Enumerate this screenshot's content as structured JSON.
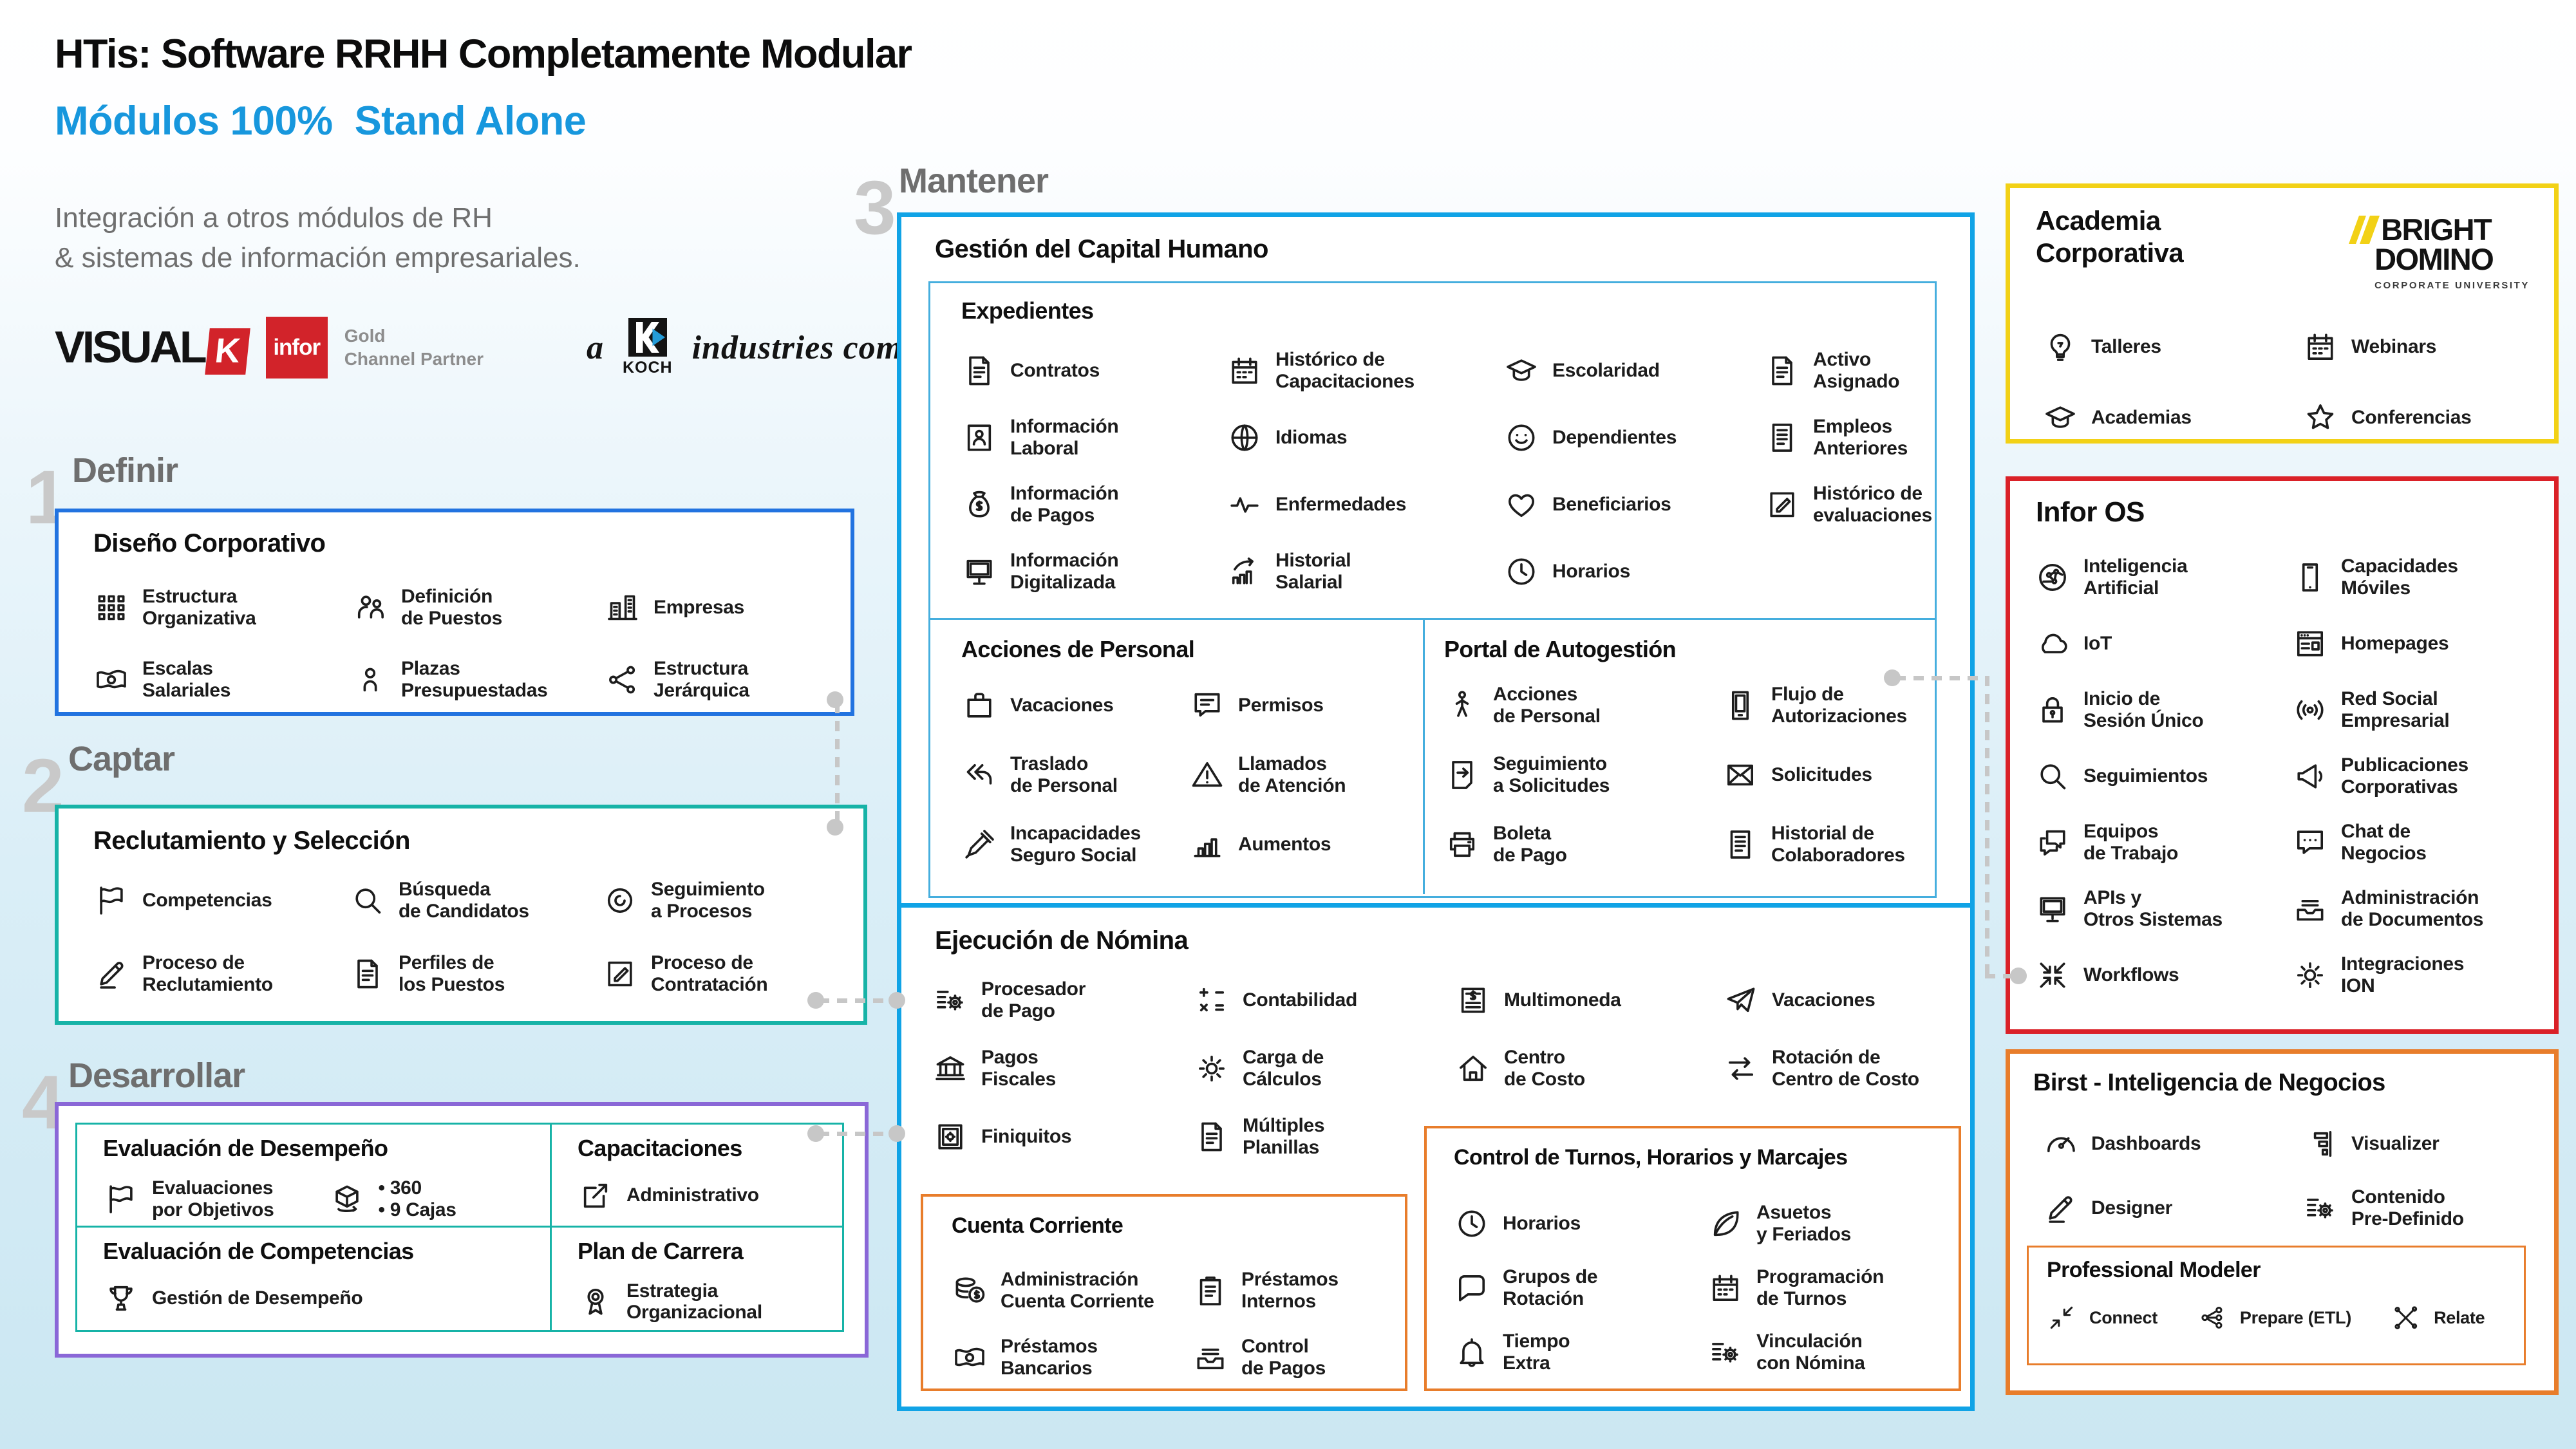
{
  "header": {
    "title": "HTis: Software RRHH Completamente Modular",
    "subtitle": "Módulos 100%  Stand Alone",
    "tagline": "Integración a otros módulos de RH\n& sistemas de información empresariales.",
    "logos": {
      "visualk_text": "VISUAL",
      "visualk_k": "K",
      "infor": "infor",
      "partner": "Gold\nChannel Partner",
      "koch_prefix": "a",
      "koch_name": "KOCH",
      "koch_suffix": "industries company."
    }
  },
  "stages": {
    "definir": {
      "number": "1",
      "label": "Definir",
      "panel": {
        "title": "Diseño Corporativo",
        "items": [
          {
            "label": "Estructura\nOrganizativa",
            "icon": "org-grid"
          },
          {
            "label": "Definición\nde Puestos",
            "icon": "people"
          },
          {
            "label": "Empresas",
            "icon": "buildings"
          },
          {
            "label": "Escalas\nSalariales",
            "icon": "banknote"
          },
          {
            "label": "Plazas\nPresupuestadas",
            "icon": "person"
          },
          {
            "label": "Estructura\nJerárquica",
            "icon": "hierarchy"
          }
        ]
      }
    },
    "captar": {
      "number": "2",
      "label": "Captar",
      "panel": {
        "title": "Reclutamiento y Selección",
        "items": [
          {
            "label": "Competencias",
            "icon": "flag"
          },
          {
            "label": "Búsqueda\nde Candidatos",
            "icon": "search"
          },
          {
            "label": "Seguimiento\na Procesos",
            "icon": "target"
          },
          {
            "label": "Proceso de\nReclutamiento",
            "icon": "pencil"
          },
          {
            "label": "Perfiles de\nlos Puestos",
            "icon": "document"
          },
          {
            "label": "Proceso de\nContratación",
            "icon": "document-edit"
          }
        ]
      }
    },
    "mantener": {
      "number": "3",
      "label": "Mantener",
      "gch_title": "Gestión del Capital Humano",
      "expedientes": {
        "title": "Expedientes",
        "items": [
          {
            "label": "Contratos",
            "icon": "document"
          },
          {
            "label": "Histórico de\nCapacitaciones",
            "icon": "calendar"
          },
          {
            "label": "Escolaridad",
            "icon": "graduation-cap"
          },
          {
            "label": "Activo\nAsignado",
            "icon": "document"
          },
          {
            "label": "Información\nLaboral",
            "icon": "id-card"
          },
          {
            "label": "Idiomas",
            "icon": "globe"
          },
          {
            "label": "Dependientes",
            "icon": "smiley"
          },
          {
            "label": "Empleos\nAnteriores",
            "icon": "list-document"
          },
          {
            "label": "Información\nde Pagos",
            "icon": "money-bag"
          },
          {
            "label": "Enfermedades",
            "icon": "pulse"
          },
          {
            "label": "Beneficiarios",
            "icon": "heart"
          },
          {
            "label": "Histórico de\nevaluaciones",
            "icon": "document-edit"
          },
          {
            "label": "Información\nDigitalizada",
            "icon": "monitor"
          },
          {
            "label": "Historial\nSalarial",
            "icon": "chart-growth"
          },
          {
            "label": "Horarios",
            "icon": "clock"
          }
        ]
      },
      "acciones": {
        "title": "Acciones de Personal",
        "items": [
          {
            "label": "Vacaciones",
            "icon": "briefcase"
          },
          {
            "label": "Permisos",
            "icon": "speech-bubble"
          },
          {
            "label": "Traslado\nde Personal",
            "icon": "transfer-arrows"
          },
          {
            "label": "Llamados\nde Atención",
            "icon": "warning"
          },
          {
            "label": "Incapacidades\nSeguro Social",
            "icon": "dropper"
          },
          {
            "label": "Aumentos",
            "icon": "bar-chart"
          }
        ]
      },
      "portal": {
        "title": "Portal de Autogestión",
        "items": [
          {
            "label": "Acciones\nde Personal",
            "icon": "person-figure"
          },
          {
            "label": "Flujo de\nAutorizaciones",
            "icon": "tablet"
          },
          {
            "label": "Seguimiento\na Solicitudes",
            "icon": "document-arrow"
          },
          {
            "label": "Solicitudes",
            "icon": "envelope"
          },
          {
            "label": "Boleta\nde Pago",
            "icon": "printer"
          },
          {
            "label": "Historial de\nColaboradores",
            "icon": "list-document"
          }
        ]
      },
      "nomina": {
        "title": "Ejecución de Nómina",
        "items": [
          {
            "label": "Procesador\nde Pago",
            "icon": "process-gear"
          },
          {
            "label": "Contabilidad",
            "icon": "math-symbols"
          },
          {
            "label": "Multimoneda",
            "icon": "currency-document"
          },
          {
            "label": "Vacaciones",
            "icon": "plane"
          },
          {
            "label": "Pagos\nFiscales",
            "icon": "bank"
          },
          {
            "label": "Carga de\nCálculos",
            "icon": "gear"
          },
          {
            "label": "Centro\nde Costo",
            "icon": "home"
          },
          {
            "label": "Rotación de\nCentro de Costo",
            "icon": "swap-arrows"
          },
          {
            "label": "Finiquitos",
            "icon": "safe"
          },
          {
            "label": "Múltiples\nPlanillas",
            "icon": "document"
          }
        ]
      },
      "cuenta": {
        "title": "Cuenta Corriente",
        "items": [
          {
            "label": "Administración\nCuenta Corriente",
            "icon": "coins"
          },
          {
            "label": "Préstamos\nInternos",
            "icon": "clipboard"
          },
          {
            "label": "Préstamos\nBancarios",
            "icon": "banknote"
          },
          {
            "label": "Control\nde Pagos",
            "icon": "inbox"
          }
        ]
      },
      "turnos": {
        "title": "Control de Turnos, Horarios y Marcajes",
        "items": [
          {
            "label": "Horarios",
            "icon": "clock"
          },
          {
            "label": "Asuetos\ny Feriados",
            "icon": "leaf"
          },
          {
            "label": "Grupos de\nRotación",
            "icon": "chat-bubble"
          },
          {
            "label": "Programación\nde Turnos",
            "icon": "calendar"
          },
          {
            "label": "Tiempo\nExtra",
            "icon": "bell"
          },
          {
            "label": "Vinculación\ncon Nómina",
            "icon": "process-gear"
          }
        ]
      }
    },
    "desarrollar": {
      "number": "4",
      "label": "Desarrollar",
      "cells": {
        "desempeno": {
          "title": "Evaluación de Desempeño",
          "items": [
            {
              "label": "Evaluaciones\npor Objetivos",
              "icon": "flag"
            },
            {
              "label": "• 360\n• 9 Cajas",
              "icon": "box-360"
            }
          ]
        },
        "capacitaciones": {
          "title": "Capacitaciones",
          "items": [
            {
              "label": "Administrativo",
              "icon": "share-arrow"
            }
          ]
        },
        "competencias": {
          "title": "Evaluación de Competencias",
          "items": [
            {
              "label": "Gestión de Desempeño",
              "icon": "trophy"
            }
          ]
        },
        "carrera": {
          "title": "Plan de Carrera",
          "items": [
            {
              "label": "Estrategia\nOrganizacional",
              "icon": "award"
            }
          ]
        }
      }
    }
  },
  "right": {
    "academia": {
      "title": "Academia\nCorporativa",
      "logo": {
        "line1": "BRIGHT",
        "line2": "DOMINO",
        "tagline": "CORPORATE UNIVERSITY"
      },
      "items": [
        {
          "label": "Talleres",
          "icon": "lightbulb"
        },
        {
          "label": "Webinars",
          "icon": "calendar"
        },
        {
          "label": "Academias",
          "icon": "graduation-cap"
        },
        {
          "label": "Conferencias",
          "icon": "star"
        }
      ]
    },
    "infor_os": {
      "title": "Infor OS",
      "items": [
        {
          "label": "Inteligencia\nArtificial",
          "icon": "ai"
        },
        {
          "label": "Capacidades\nMóviles",
          "icon": "smartphone"
        },
        {
          "label": "IoT",
          "icon": "cloud"
        },
        {
          "label": "Homepages",
          "icon": "browser"
        },
        {
          "label": "Inicio de\nSesión Único",
          "icon": "padlock"
        },
        {
          "label": "Red Social\nEmpresarial",
          "icon": "broadcast"
        },
        {
          "label": "Seguimientos",
          "icon": "search"
        },
        {
          "label": "Publicaciones\nCorporativas",
          "icon": "megaphone"
        },
        {
          "label": "Equipos\nde Trabajo",
          "icon": "chat-group"
        },
        {
          "label": "Chat de\nNegocios",
          "icon": "chat-dots"
        },
        {
          "label": "APIs y\nOtros Sistemas",
          "icon": "monitor"
        },
        {
          "label": "Administración\nde Documentos",
          "icon": "inbox"
        },
        {
          "label": "Workflows",
          "icon": "workflow"
        },
        {
          "label": "Integraciones\nION",
          "icon": "gear"
        }
      ]
    },
    "birst": {
      "title": "Birst - Inteligencia de Negocios",
      "items": [
        {
          "label": "Dashboards",
          "icon": "gauge"
        },
        {
          "label": "Visualizer",
          "icon": "visualizer"
        },
        {
          "label": "Designer",
          "icon": "pencil"
        },
        {
          "label": "Contenido\nPre-Definido",
          "icon": "process-gear"
        }
      ],
      "modeler": {
        "title": "Professional Modeler",
        "items": [
          {
            "label": "Connect",
            "icon": "connect-arrows"
          },
          {
            "label": "Prepare (ETL)",
            "icon": "etl-nodes"
          },
          {
            "label": "Relate",
            "icon": "relate"
          }
        ]
      }
    }
  },
  "colors": {
    "headline_blue": "#1797dd",
    "definir_blue": "#2273e0",
    "mantener_cyan": "#10a3e6",
    "inner_blue": "#45aede",
    "teal": "#17b3a7",
    "purple": "#8a67d7",
    "orange": "#e87d2b",
    "yellow": "#f2d116",
    "red": "#da2128",
    "infor_red": "#d2232a",
    "gray_number": "#c9c9c9",
    "gray_label": "#6e6e6e",
    "connector_gray": "#c7c7c7"
  }
}
